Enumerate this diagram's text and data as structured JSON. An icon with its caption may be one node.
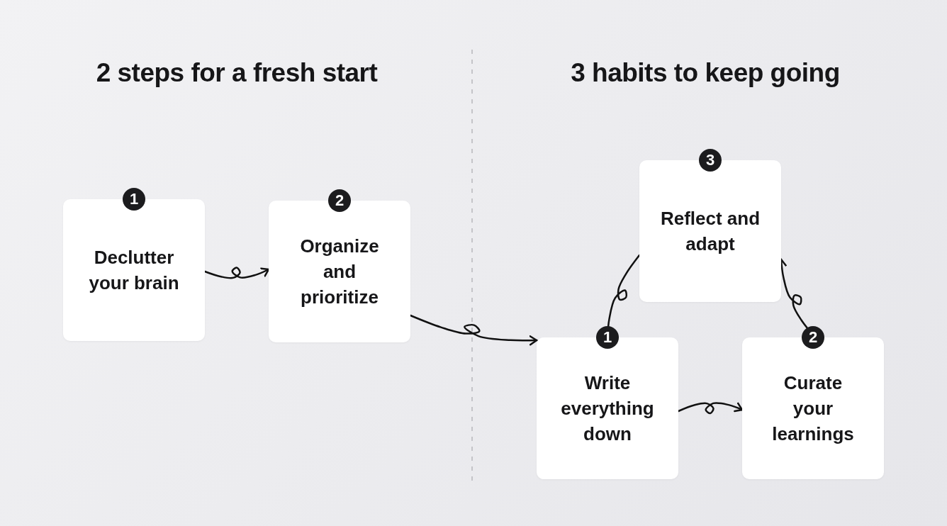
{
  "diagram": {
    "nodes": [
      {
        "text": [
          "1",
          "Declutter your brain"
        ]
      },
      {
        "text": [
          "2",
          "Organize and prioritize"
        ]
      },
      {
        "text": [
          "3",
          "Reflect and adapt"
        ]
      },
      {
        "text": [
          "1",
          "Write everything down"
        ]
      },
      {
        "text": [
          "2",
          "Curate your learnings"
        ]
      }
    ],
    "edges": [
      {
        "from": 0,
        "to": 1,
        "arrow": "to"
      },
      {
        "from": 1,
        "to": 3,
        "arrow": "to"
      },
      {
        "from": 3,
        "to": 4,
        "arrow": "to"
      },
      {
        "from": 4,
        "to": 2,
        "arrow": "to"
      },
      {
        "from": 2,
        "to": 3,
        "arrow": "to"
      }
    ],
    "labels": [
      "2 steps for a fresh start",
      "3 habits to keep going"
    ]
  }
}
